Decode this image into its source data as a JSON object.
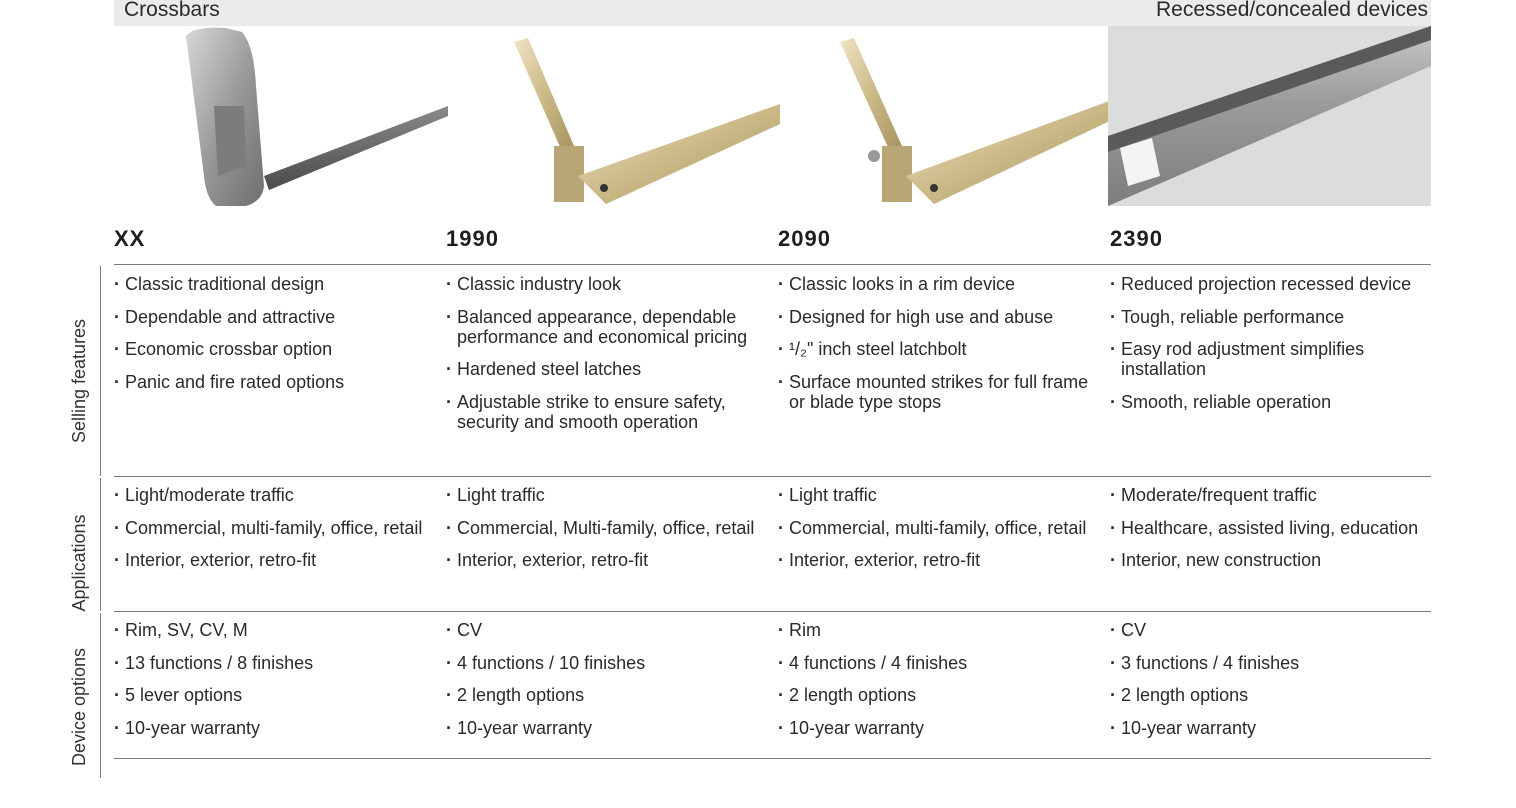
{
  "header": {
    "left": "Crossbars",
    "right": "Recessed/concealed devices"
  },
  "row_labels": {
    "selling": "Selling features",
    "applications": "Applications",
    "options": "Device options"
  },
  "products": [
    {
      "model": "XX",
      "image": "crossbar-aluminum-image",
      "selling": [
        "Classic traditional design",
        "Dependable and attractive",
        "Economic crossbar option",
        "Panic and fire rated options"
      ],
      "applications": [
        "Light/moderate traffic",
        "Commercial, multi-family, office, retail",
        "Interior, exterior, retro-fit"
      ],
      "options": [
        "Rim,  SV, CV, M",
        "13 functions / 8 finishes",
        "5 lever options",
        "10-year warranty"
      ]
    },
    {
      "model": "1990",
      "image": "crossbar-brass-image",
      "selling": [
        "Classic industry look",
        "Balanced appearance, dependable performance and economical pricing",
        "Hardened steel latches",
        "Adjustable strike to ensure safety, security and smooth operation"
      ],
      "applications": [
        "Light traffic",
        "Commercial, Multi-family, office, retail",
        "Interior, exterior, retro-fit"
      ],
      "options": [
        "CV",
        "4 functions / 10 finishes",
        "2 length options",
        "10-year warranty"
      ]
    },
    {
      "model": "2090",
      "image": "crossbar-brass-image",
      "selling": [
        "Classic looks in a rim device",
        "Designed for high use and abuse",
        "¹/₂\" inch steel latchbolt",
        "Surface mounted strikes for full frame or blade type stops"
      ],
      "applications": [
        "Light traffic",
        "Commercial, multi-family, office, retail",
        "Interior, exterior, retro-fit"
      ],
      "options": [
        "Rim",
        "4 functions / 4 finishes",
        "2 length options",
        "10-year warranty"
      ]
    },
    {
      "model": "2390",
      "image": "recessed-bar-image",
      "selling": [
        "Reduced projection recessed device",
        "Tough, reliable performance",
        "Easy rod adjustment simplifies installation",
        "Smooth, reliable operation"
      ],
      "applications": [
        "Moderate/frequent traffic",
        "Healthcare, assisted living, education",
        "Interior, new construction"
      ],
      "options": [
        "CV",
        "3 functions / 4 finishes",
        "2 length options",
        "10-year warranty"
      ]
    }
  ]
}
